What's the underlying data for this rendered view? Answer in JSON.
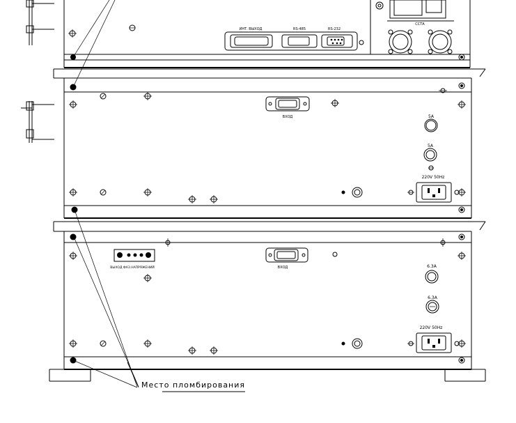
{
  "top_unit": {
    "connector_labels": [
      "ИНТ. ВЫХОД",
      "RS-485",
      "RS-232"
    ],
    "port_label": "ССТА"
  },
  "middle_unit": {
    "connector_label": "ВХОД",
    "fuse_1": "5A",
    "fuse_2": "5A",
    "power_label": "220V 50Hz"
  },
  "bottom_unit": {
    "output_connector_label": "ВЫХОД ФАЗ.НАПРЯЖЕНИЙ",
    "connector_label": "ВХОД",
    "fuse_1": "6.3A",
    "fuse_2": "6.3A",
    "power_label": "220V 50Hz"
  },
  "seal_callout": "Место пломбирования"
}
